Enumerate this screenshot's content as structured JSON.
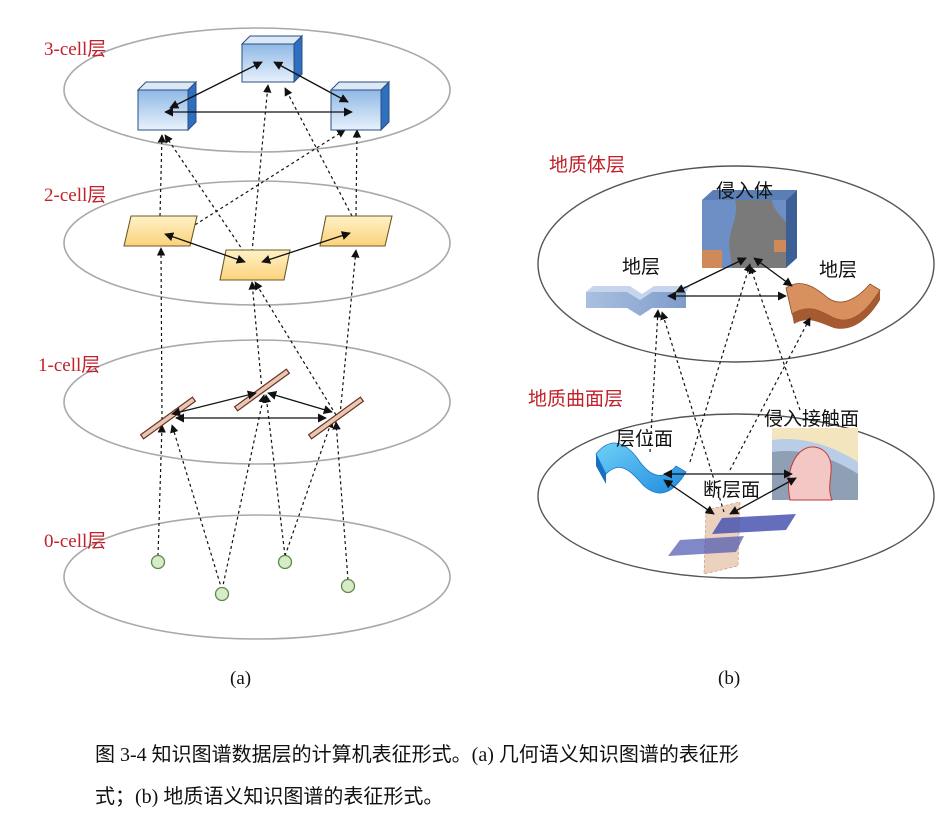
{
  "panel_a": {
    "layers": [
      "3-cell层",
      "2-cell层",
      "1-cell层",
      "0-cell层"
    ],
    "label": "(a)"
  },
  "panel_b": {
    "layers": [
      "地质体层",
      "地质曲面层"
    ],
    "nodes": {
      "intrusion": "侵入体",
      "stratum_left": "地层",
      "stratum_right": "地层",
      "horizon": "层位面",
      "contact": "侵入接触面",
      "fault": "断层面"
    },
    "label": "(b)"
  },
  "caption": {
    "line1": "图 3-4 知识图谱数据层的计算机表征形式。(a) 几何语义知识图谱的表征形",
    "line2": "式；(b) 地质语义知识图谱的表征形式。"
  },
  "colors": {
    "layer_label": "#c0212a",
    "cube_face": "#c9dcf0",
    "cube_side": "#2f6fbf",
    "face_fill": "#fde3a0",
    "node_fill": "#d7ebc7",
    "edge_fill": "#e7c8b4"
  }
}
